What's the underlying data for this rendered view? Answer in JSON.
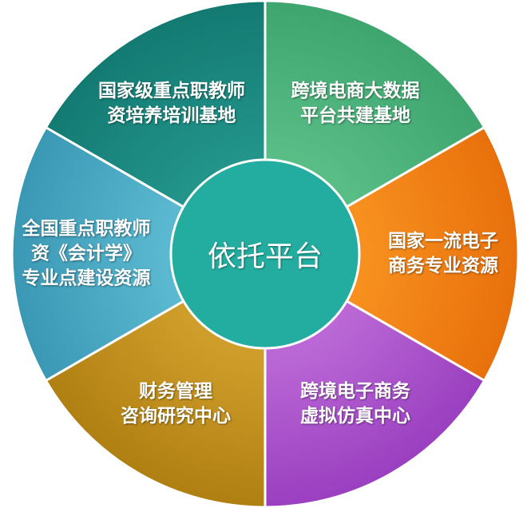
{
  "center": {
    "label": "依托平台",
    "color": "#22ada0"
  },
  "segments": [
    {
      "line1": "跨境电商大数据",
      "line2": "平台共建基地",
      "color": "#58be86",
      "color2": "#3fa56f"
    },
    {
      "line1": "国家一流电子",
      "line2": "商务专业资源",
      "color": "#f7901e",
      "color2": "#e8700c"
    },
    {
      "line1": "跨境电子商务",
      "line2": "虚拟仿真中心",
      "color": "#bb68d6",
      "color2": "#9a3fc0"
    },
    {
      "line1": "财务管理",
      "line2": "咨询研究中心",
      "color": "#cf9e2a",
      "color2": "#b07f12"
    },
    {
      "line1": "全国重点职教师",
      "line2": "资《会计学》",
      "line3": "专业点建设资源",
      "color": "#5ab8d0",
      "color2": "#3a98b5"
    },
    {
      "line1": "国家级重点职教师",
      "line2": "资培养培训基地",
      "color": "#22948a",
      "color2": "#137a72"
    }
  ]
}
